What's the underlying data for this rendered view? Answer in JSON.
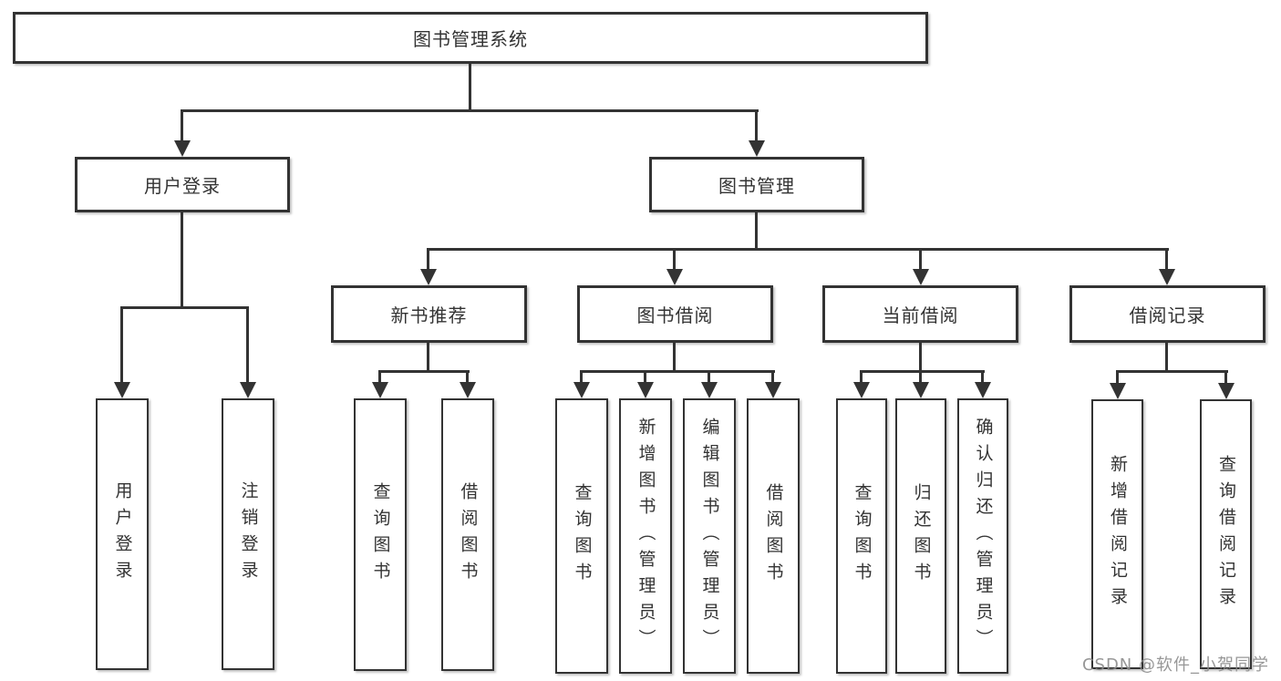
{
  "tree": {
    "root": {
      "label": "图书管理系统",
      "children": [
        {
          "label": "用户登录",
          "children": [
            {
              "label": "用户登录"
            },
            {
              "label": "注销登录"
            }
          ]
        },
        {
          "label": "图书管理",
          "children": [
            {
              "label": "新书推荐",
              "children": [
                {
                  "label": "查询图书"
                },
                {
                  "label": "借阅图书"
                }
              ]
            },
            {
              "label": "图书借阅",
              "children": [
                {
                  "label": "查询图书"
                },
                {
                  "label": "新增图书（管理员）"
                },
                {
                  "label": "编辑图书（管理员）"
                },
                {
                  "label": "借阅图书"
                }
              ]
            },
            {
              "label": "当前借阅",
              "children": [
                {
                  "label": "查询图书"
                },
                {
                  "label": "归还图书"
                },
                {
                  "label": "确认归还（管理员）"
                }
              ]
            },
            {
              "label": "借阅记录",
              "children": [
                {
                  "label": "新增借阅记录"
                },
                {
                  "label": "查询借阅记录"
                }
              ]
            }
          ]
        }
      ]
    }
  },
  "watermark": {
    "text": "CSDN @软件_小贺同学"
  },
  "colors": {
    "line": "#333333",
    "node_border": "#333333",
    "text": "#333333",
    "background": "#ffffff",
    "watermark": "#8c8c8c"
  }
}
